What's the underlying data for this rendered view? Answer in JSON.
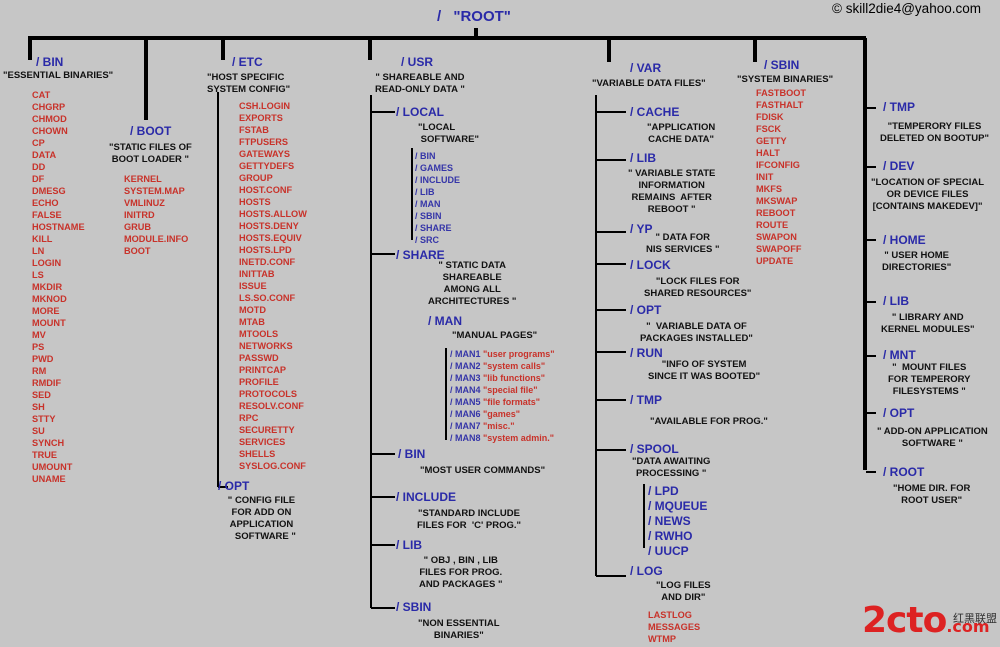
{
  "root": {
    "slash": "/",
    "label": "\"ROOT\""
  },
  "credit": "© skill2die4@yahoo.com",
  "watermark": {
    "main": "2cto",
    "suffix": ".com",
    "side": "红黑联盟"
  },
  "bin": {
    "label": "/ BIN",
    "desc": "\"ESSENTIAL BINARIES\"",
    "items": [
      "CAT",
      "CHGRP",
      "CHMOD",
      "CHOWN",
      "CP",
      "DATA",
      "DD",
      "DF",
      "DMESG",
      "ECHO",
      "FALSE",
      "HOSTNAME",
      "KILL",
      "LN",
      "LOGIN",
      "LS",
      "MKDIR",
      "MKNOD",
      "MORE",
      "MOUNT",
      "MV",
      "PS",
      "PWD",
      "RM",
      "RMDIF",
      "SED",
      "SH",
      "STTY",
      "SU",
      "SYNCH",
      "TRUE",
      "UMOUNT",
      "UNAME"
    ]
  },
  "boot": {
    "label": "/ BOOT",
    "desc": "\"STATIC FILES OF\nBOOT LOADER \"",
    "items": [
      "KERNEL",
      "SYSTEM.MAP",
      "VMLINUZ",
      "INITRD",
      "GRUB",
      "MODULE.INFO",
      "BOOT"
    ]
  },
  "etc": {
    "label": "/ ETC",
    "desc": "\"HOST SPECIFIC\nSYSTEM CONFIG\"",
    "items": [
      "CSH.LOGIN",
      "EXPORTS",
      "FSTAB",
      "FTPUSERS",
      "GATEWAYS",
      "GETTYDEFS",
      "GROUP",
      "HOST.CONF",
      "HOSTS",
      "HOSTS.ALLOW",
      "HOSTS.DENY",
      "HOSTS.EQUIV",
      "HOSTS.LPD",
      "INETD.CONF",
      "INITTAB",
      "ISSUE",
      "LS.SO.CONF",
      "MOTD",
      "MTAB",
      "MTOOLS",
      "NETWORKS",
      "PASSWD",
      "PRINTCAP",
      "PROFILE",
      "PROTOCOLS",
      "RESOLV.CONF",
      "RPC",
      "SECURETTY",
      "SERVICES",
      "SHELLS",
      "SYSLOG.CONF"
    ],
    "opt": {
      "label": "/ OPT",
      "desc": "\" CONFIG FILE\nFOR ADD ON\nAPPLICATION\n   SOFTWARE \""
    }
  },
  "usr": {
    "label": "/ USR",
    "desc": "\" SHAREABLE AND\nREAD-ONLY DATA \"",
    "local": {
      "label": "/ LOCAL",
      "desc": "\"LOCAL\n SOFTWARE\"",
      "items": [
        "/ BIN",
        "/ GAMES",
        "/ INCLUDE",
        "/ LIB",
        "/ MAN",
        "/ SBIN",
        "/ SHARE",
        "/ SRC"
      ]
    },
    "share": {
      "label": "/ SHARE",
      "desc": "\" STATIC DATA\nSHAREABLE\nAMONG ALL\nARCHITECTURES \""
    },
    "man": {
      "label": "/ MAN",
      "desc": "\"MANUAL PAGES\"",
      "items": [
        {
          "d": "/ MAN1",
          "q": "\"user programs\""
        },
        {
          "d": "/ MAN2",
          "q": "\"system calls\""
        },
        {
          "d": "/ MAN3",
          "q": "\"lib functions\""
        },
        {
          "d": "/ MAN4",
          "q": "\"special file\""
        },
        {
          "d": "/ MAN5",
          "q": "\"file formats\""
        },
        {
          "d": "/ MAN6",
          "q": "\"games\""
        },
        {
          "d": "/ MAN7",
          "q": "\"misc.\""
        },
        {
          "d": "/ MAN8",
          "q": "\"system admin.\""
        }
      ]
    },
    "bin": {
      "label": "/ BIN",
      "desc": "\"MOST USER COMMANDS\""
    },
    "include": {
      "label": "/ INCLUDE",
      "desc": "\"STANDARD INCLUDE\nFILES FOR  'C' PROG.\""
    },
    "lib": {
      "label": "/ LIB",
      "desc": "\" OBJ , BIN , LIB\nFILES FOR PROG.\nAND PACKAGES \""
    },
    "sbin": {
      "label": "/ SBIN",
      "desc": "\"NON ESSENTIAL\nBINARIES\""
    }
  },
  "var": {
    "label": "/ VAR",
    "desc": "\"VARIABLE DATA FILES\"",
    "cache": {
      "label": "/ CACHE",
      "desc": "\"APPLICATION\nCACHE DATA\""
    },
    "lib": {
      "label": "/ LIB",
      "desc": "\" VARIABLE STATE\nINFORMATION\nREMAINS  AFTER\nREBOOT \""
    },
    "yp": {
      "label": "/ YP",
      "desc": "\" DATA FOR\nNIS SERVICES \""
    },
    "lock": {
      "label": "/ LOCK",
      "desc": "\"LOCK FILES FOR\nSHARED RESOURCES\""
    },
    "opt": {
      "label": "/ OPT",
      "desc": "\"  VARIABLE DATA OF\nPACKAGES INSTALLED\""
    },
    "run": {
      "label": "/ RUN",
      "desc": "\"INFO OF SYSTEM\nSINCE IT WAS BOOTED\""
    },
    "tmp": {
      "label": "/ TMP",
      "desc": "\"AVAILABLE FOR PROG.\""
    },
    "spool": {
      "label": "/ SPOOL",
      "desc": "\"DATA AWAITING\nPROCESSING \"",
      "items": [
        "/ LPD",
        "/ MQUEUE",
        "/ NEWS",
        "/ RWHO",
        "/ UUCP"
      ]
    },
    "log": {
      "label": "/ LOG",
      "desc": "\"LOG FILES\nAND DIR\"",
      "items": [
        "LASTLOG",
        "MESSAGES",
        "WTMP"
      ]
    }
  },
  "sbin": {
    "label": "/ SBIN",
    "desc": "\"SYSTEM BINARIES\"",
    "items": [
      "FASTBOOT",
      "FASTHALT",
      "FDISK",
      "FSCK",
      "GETTY",
      "HALT",
      "IFCONFIG",
      "INIT",
      "MKFS",
      "MKSWAP",
      "REBOOT",
      "ROUTE",
      "SWAPON",
      "SWAPOFF",
      "UPDATE"
    ]
  },
  "right": {
    "tmp": {
      "label": "/ TMP",
      "desc": "\"TEMPERORY FILES\nDELETED ON BOOTUP\""
    },
    "dev": {
      "label": "/ DEV",
      "desc": "\"LOCATION OF SPECIAL\nOR DEVICE FILES\n[CONTAINS MAKEDEV]\""
    },
    "home": {
      "label": "/ HOME",
      "desc": "\" USER HOME\nDIRECTORIES\""
    },
    "lib": {
      "label": "/ LIB",
      "desc": "\" LIBRARY AND\nKERNEL MODULES\""
    },
    "mnt": {
      "label": "/ MNT",
      "desc": "\"  MOUNT FILES\nFOR TEMPERORY\nFILESYSTEMS \""
    },
    "opt": {
      "label": "/ OPT",
      "desc": "\" ADD-ON APPLICATION\nSOFTWARE \""
    },
    "root": {
      "label": "/ ROOT",
      "desc": "\"HOME DIR. FOR\nROOT USER\""
    }
  }
}
